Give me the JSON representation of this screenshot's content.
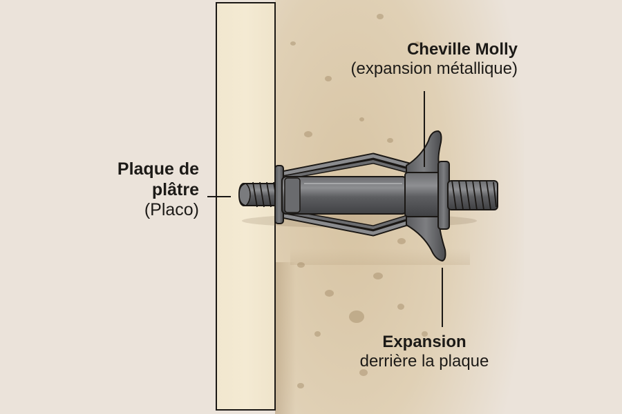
{
  "diagram": {
    "type": "labeled-illustration",
    "subject": "Molly hollow-wall anchor installed in plasterboard",
    "labels": {
      "plaque": {
        "line1": "Plaque de",
        "line2": "plâtre",
        "line3": "(Placo)"
      },
      "molly": {
        "title": "Cheville Molly",
        "subtitle": "(expansion métallique)"
      },
      "expansion": {
        "title": "Expansion",
        "subtitle": "derrière la plaque"
      }
    },
    "components": [
      "plasterboard-panel",
      "wall-cavity",
      "molly-anchor-sleeve",
      "expansion-legs",
      "screw-head-thread",
      "threaded-bolt-end"
    ],
    "colors": {
      "background": "#ebe3da",
      "board": "#f3e9d2",
      "cavity": "#d9c6a4",
      "metal": "#5f6062",
      "metal_highlight": "#9a9b9d",
      "outline": "#1a1714"
    }
  }
}
